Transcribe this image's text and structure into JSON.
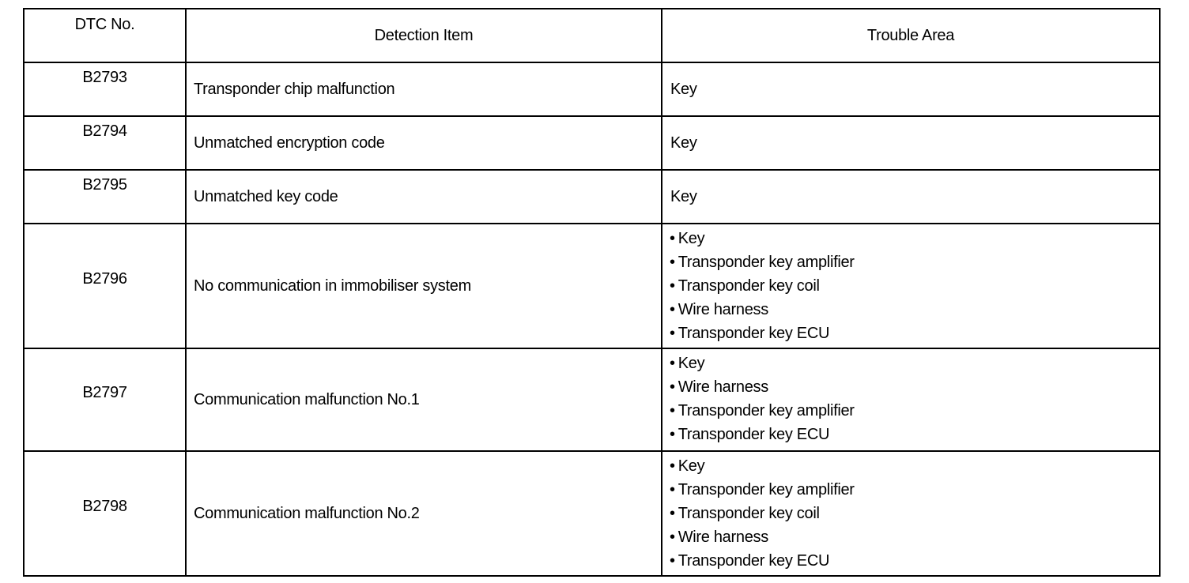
{
  "table": {
    "headers": {
      "code": "DTC No.",
      "item": "Detection Item",
      "area": "Trouble Area"
    },
    "rows": [
      {
        "code": "B2793",
        "item": "Transponder chip malfunction",
        "area": [
          "Key"
        ]
      },
      {
        "code": "B2794",
        "item": "Unmatched encryption code",
        "area": [
          "Key"
        ]
      },
      {
        "code": "B2795",
        "item": "Unmatched key code",
        "area": [
          "Key"
        ]
      },
      {
        "code": "B2796",
        "item": "No communication in immobiliser system",
        "area": [
          "Key",
          "Transponder key amplifier",
          "Transponder key coil",
          "Wire harness",
          "Transponder key ECU"
        ]
      },
      {
        "code": "B2797",
        "item": "Communication malfunction No.1",
        "area": [
          "Key",
          "Wire harness",
          "Transponder key amplifier",
          "Transponder key ECU"
        ]
      },
      {
        "code": "B2798",
        "item": "Communication malfunction No.2",
        "area": [
          "Key",
          "Transponder key amplifier",
          "Transponder key coil",
          "Wire harness",
          "Transponder key ECU"
        ]
      }
    ]
  }
}
